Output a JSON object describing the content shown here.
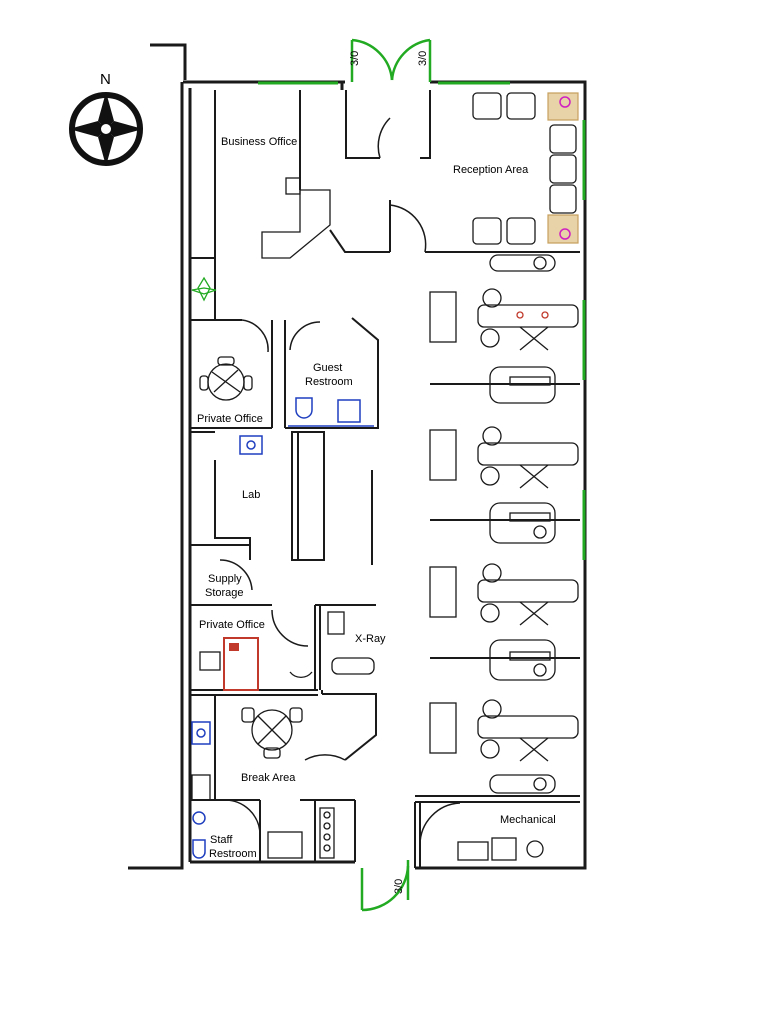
{
  "compass": {
    "north_label": "N",
    "icon": "compass-rose-icon"
  },
  "rooms": {
    "business_office": "Business Office",
    "reception_area": "Reception Area",
    "guest_restroom_1": "Guest",
    "guest_restroom_2": "Restroom",
    "private_office_top": "Private Office",
    "lab": "Lab",
    "supply_storage_1": "Supply",
    "supply_storage_2": "Storage",
    "private_office_bottom": "Private Office",
    "xray": "X-Ray",
    "break_area": "Break Area",
    "staff_restroom_1": "Staff",
    "staff_restroom_2": "Restroom",
    "mechanical": "Mechanical"
  },
  "door_tags": [
    "3/0",
    "3/0",
    "3/0"
  ],
  "colors": {
    "wall": "#1a1a1a",
    "door_swing_exterior": "#22aa22",
    "window": "#22aa22",
    "fixture_blue": "#1f3fbf",
    "accent_red": "#c0392b",
    "accent_magenta": "#d020c0",
    "accent_tan": "#c8a060"
  }
}
